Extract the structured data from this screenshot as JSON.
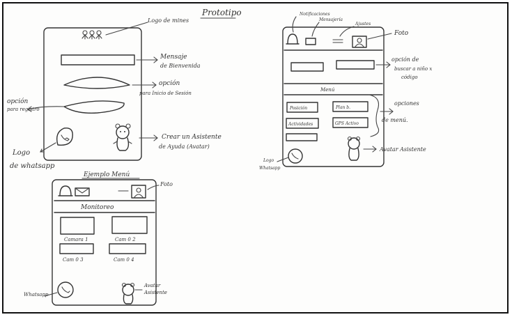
{
  "title": "Prototipo",
  "sketch1": {
    "logo_text": "Logo de mines",
    "welcome_label_1": "Mensaje",
    "welcome_label_2": "de Bienvenida",
    "login_option_1": "opción",
    "login_option_2": "para Inicio de Sesión",
    "register_option_1": "opción",
    "register_option_2": "para registro",
    "whatsapp_logo_1": "Logo",
    "whatsapp_logo_2": "de whatsapp",
    "assistant_1": "Crear un Asistente",
    "assistant_2": "de Ayuda (Avatar)"
  },
  "sketch2": {
    "title": "Ejemplo Menú",
    "foto_label": "Foto",
    "monitoreo": "Monitoreo",
    "cameras": [
      "Camara 1",
      "Cam 0 2",
      "Cam 0 3",
      "Cam 0 4"
    ],
    "whatsapp_label": "Whatsapp",
    "avatar_label_1": "Avatar",
    "avatar_label_2": "Asistente"
  },
  "sketch3": {
    "notificaciones": "Notificaciones",
    "mensajeria": "Mensajería",
    "ajustes": "Ajustes",
    "foto_label": "Foto",
    "search_label_1": "opción de",
    "search_label_2": "buscar a niño x",
    "search_label_3": "código",
    "menu_title": "Menú",
    "menu_items": [
      "Posición",
      "Plan b.",
      "Actividades",
      "GPS Activo"
    ],
    "menu_label_1": "opciones",
    "menu_label_2": "de menú.",
    "whatsapp_label_1": "Logo",
    "whatsapp_label_2": "Whatsapp",
    "avatar_label": "Avatar Asistente"
  }
}
